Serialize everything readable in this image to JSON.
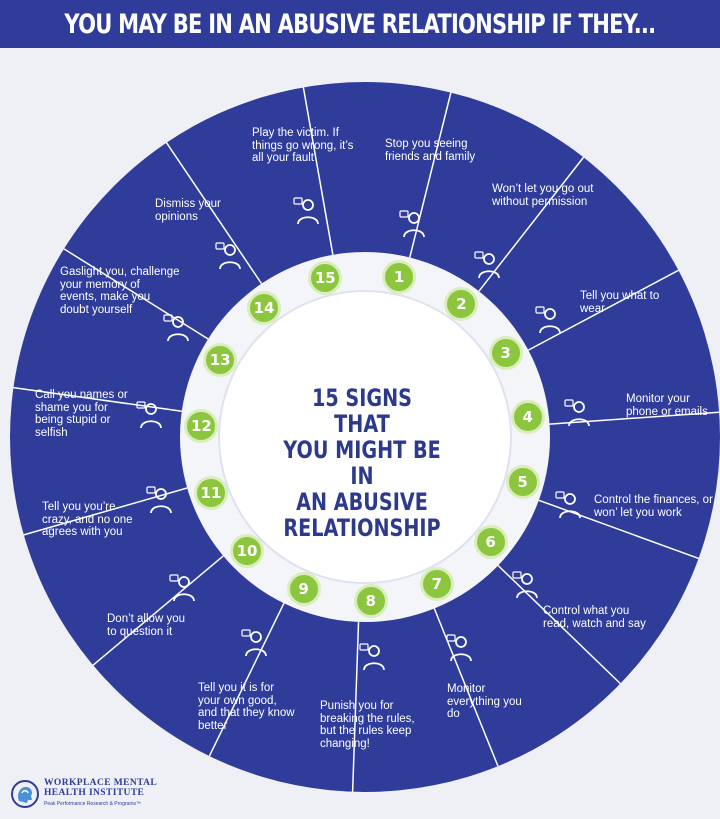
{
  "header": {
    "title": "YOU MAY BE IN AN ABUSIVE RELATIONSHIP IF THEY..."
  },
  "center": {
    "lines": [
      "15 SIGNS THAT",
      "YOU MIGHT BE IN",
      "AN ABUSIVE",
      "RELATIONSHIP"
    ]
  },
  "colors": {
    "header_bg": "#2f3c9a",
    "wheel_blue": "#2f3c9a",
    "badge_green": "#8cc63f",
    "title_navy": "#2d3a8c"
  },
  "signs": [
    {
      "number": "1",
      "text": "Stop you seeing friends and family",
      "icon": "family-icon"
    },
    {
      "number": "2",
      "text": "Won’t let you go out without permission",
      "icon": "document-stamp-icon"
    },
    {
      "number": "3",
      "text": "Tell you what to wear",
      "icon": "jacket-icon"
    },
    {
      "number": "4",
      "text": "Monitor your phone or emails",
      "icon": "computer-phone-icon"
    },
    {
      "number": "5",
      "text": "Control the finances, or won’ let you work",
      "icon": "money-bag-icon"
    },
    {
      "number": "6",
      "text": "Control what you read, watch and say",
      "icon": "person-reading-icon"
    },
    {
      "number": "7",
      "text": "Monitor everything you do",
      "icon": "surveillance-eye-icon"
    },
    {
      "number": "8",
      "text": "Punish you for breaking the rules, but the rules keep changing!",
      "icon": "rules-phone-icon"
    },
    {
      "number": "9",
      "text": "Tell you it is for your own good, and that they know better",
      "icon": "two-people-chat-icon"
    },
    {
      "number": "10",
      "text": "Don’t allow you to question it",
      "icon": "person-question-icon"
    },
    {
      "number": "11",
      "text": "Tell you you’re crazy, and no one agrees with you",
      "icon": "arguing-people-icon"
    },
    {
      "number": "12",
      "text": "Call you names or shame you for being stupid or selfish",
      "icon": "shouting-head-icon"
    },
    {
      "number": "13",
      "text": "Gaslight you, challenge your memory of events, make you doubt yourself",
      "icon": "confused-board-icon"
    },
    {
      "number": "14",
      "text": "Dismiss your opinions",
      "icon": "speech-bubble-person-icon"
    },
    {
      "number": "15",
      "text": "Play the victim. If things go wrong, it’s all your fault",
      "icon": "crying-group-icon"
    }
  ],
  "footer": {
    "org_line1": "WORKPLACE MENTAL",
    "org_line2": "HEALTH INSTITUTE",
    "tagline": "Peak Performance Research & Programs™"
  }
}
